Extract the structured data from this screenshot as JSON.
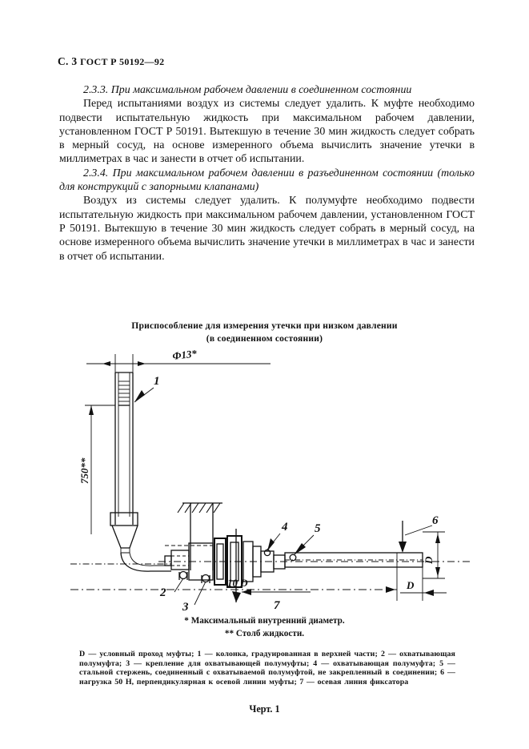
{
  "header": {
    "page_marker": "С. 3",
    "standard": "ГОСТ Р 50192—92"
  },
  "body": {
    "clause_233_heading": "2.3.3. При максимальном рабочем давлении в соединенном состоянии",
    "clause_233_text": "Перед испытаниями воздух из системы    следует удалить. К муфте необходимо подвести испытательную жидкость при максимальном рабочем давлении, установленном   ГОСТ Р 50191. Вытекшую в течение 30 мин жидкость следует собрать в мерный сосуд, на основе измеренного объема вычислить значение утечки в миллиметрах в час и занести в отчет об испытании.",
    "clause_234_heading": "2.3.4. При максимальном рабочем  давлении в разъединенном состоянии (только для конструкций с запорными клапанами)",
    "clause_234_text": "Воздух из системы следует удалить. К полумуфте необходимо подвести испытательную жидкость при максимальном    рабочем давлении, установленном    ГОСТ Р 50191. Вытекшую в течение 30 мин жидкость следует собрать в мерный сосуд, на основе измеренного объема вычислить значение утечки в миллиметрах в час и занести в отчет об испытании."
  },
  "figure": {
    "title_line1": "Приспособление для измерения утечки при низком давлении",
    "title_line2": "(в соединенном состоянии)",
    "caption": "Черт. 1",
    "dimensions": {
      "diameter": "Ф13*",
      "height": "750**",
      "length": "10 D",
      "offset": "D",
      "bar_depth": "D"
    },
    "callouts": [
      "1",
      "2",
      "3",
      "4",
      "5",
      "6",
      "7"
    ]
  },
  "footnotes": {
    "one_star": "* Максимальный внутренний диаметр.",
    "two_star": "** Столб жидкости."
  },
  "legend": {
    "text": "D — условный проход муфты; 1 — колонка, градуированная в верхней части; 2 — охватывающая полумуфта; 3 — крепление для охватывающей полумуфты; 4 — охватывающая полумуфта; 5 — стальной стержень, соединенный с охватываемой полумуфтой, не закрепленный в соединении; 6 — нагрузка 50 Н, перпендикулярная к осевой линии муфты; 7 — осевая линия фиксатора"
  },
  "colors": {
    "ink": "#111111",
    "paper": "#ffffff"
  }
}
